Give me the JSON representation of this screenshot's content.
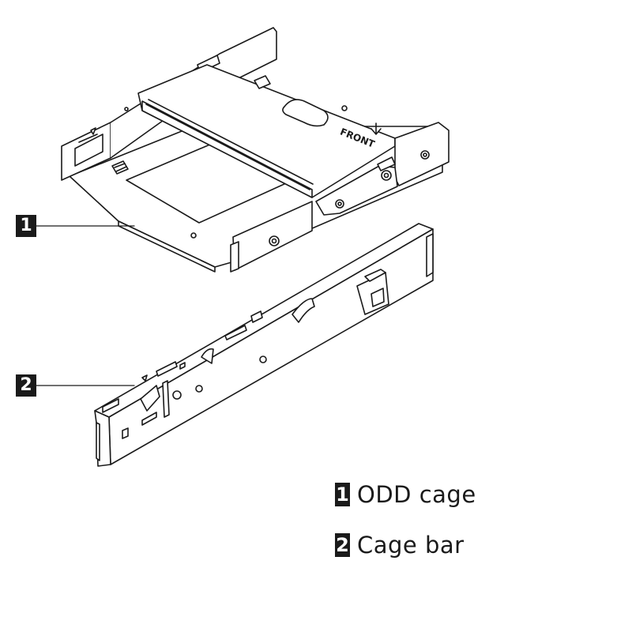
{
  "figure": {
    "engraving": "FRONT",
    "callouts": [
      {
        "number": "1",
        "label": "ODD cage"
      },
      {
        "number": "2",
        "label": "Cage bar"
      }
    ]
  },
  "colors": {
    "line": "#1a1a1a",
    "fill": "#ffffff",
    "callout_bg": "#1a1a1a",
    "callout_text": "#ffffff"
  }
}
